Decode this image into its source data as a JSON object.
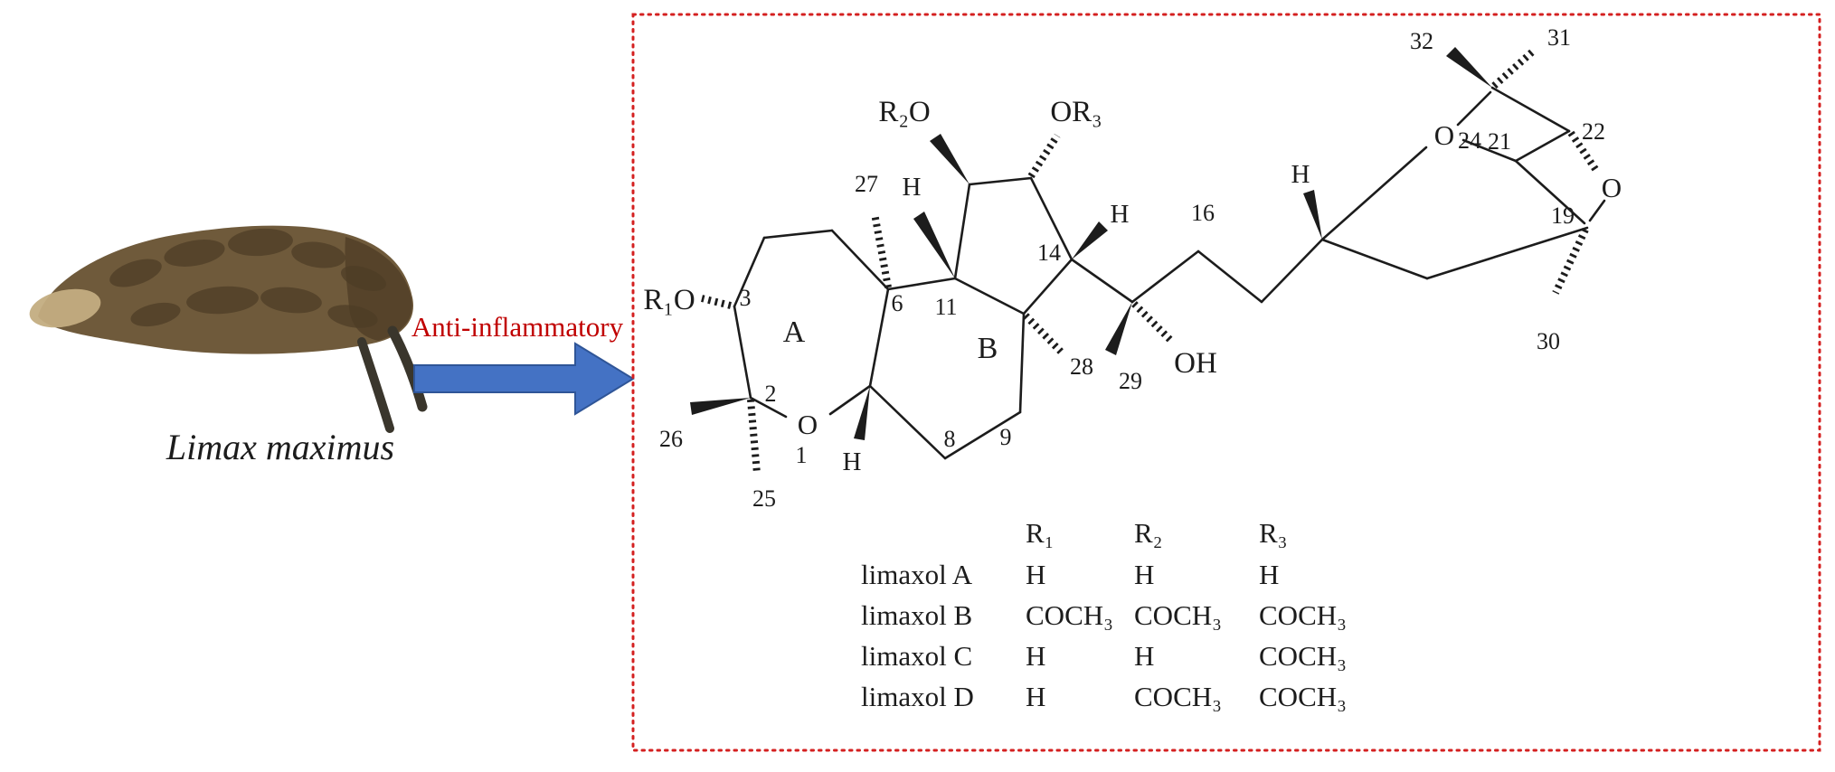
{
  "left_panel": {
    "species_label": "Limax maximus"
  },
  "arrow": {
    "label": "Anti-inflammatory",
    "fill_color": "#4472c4",
    "border_color": "#2f5597",
    "label_color": "#c00000"
  },
  "structure_panel": {
    "border_color": "#d42020",
    "ring_labels": {
      "a": "A",
      "b": "B"
    },
    "substituents": {
      "r1o": "R₁O",
      "r2o": "R₂O",
      "or3": "OR₃",
      "oh": "OH"
    },
    "oxygens": {
      "o1": "O",
      "o24": "O",
      "o24_locant": "24",
      "o_right": "O"
    },
    "h_labels": {
      "h_c7a": "H",
      "h_c11": "H",
      "h_c14": "H",
      "h_c18": "H"
    },
    "locants": {
      "n1": "1",
      "n2": "2",
      "n3": "3",
      "n6": "6",
      "n8": "8",
      "n9": "9",
      "n11": "11",
      "n14": "14",
      "n16": "16",
      "n19": "19",
      "n21": "21",
      "n22": "22",
      "n25": "25",
      "n26": "26",
      "n27": "27",
      "n28": "28",
      "n29": "29",
      "n30": "30",
      "n31": "31",
      "n32": "32"
    }
  },
  "table": {
    "headers": [
      "R₁",
      "R₂",
      "R₃"
    ],
    "rows": [
      {
        "name": "limaxol A",
        "r1": "H",
        "r2": "H",
        "r3": "H"
      },
      {
        "name": "limaxol B",
        "r1": "COCH₃",
        "r2": "COCH₃",
        "r3": "COCH₃"
      },
      {
        "name": "limaxol C",
        "r1": "H",
        "r2": "H",
        "r3": "COCH₃"
      },
      {
        "name": "limaxol D",
        "r1": "H",
        "r2": "COCH₃",
        "r3": "COCH₃"
      }
    ]
  }
}
